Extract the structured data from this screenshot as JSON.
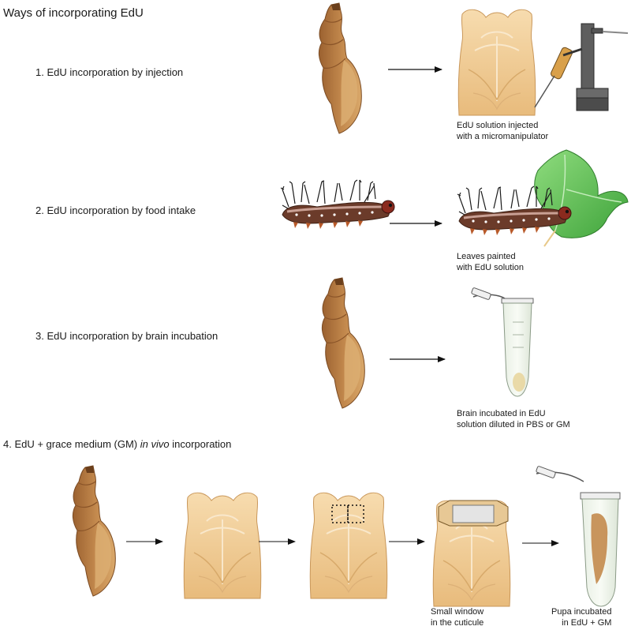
{
  "title": "Ways of incorporating EdU",
  "steps": [
    {
      "label": "1. EdU incorporation by injection",
      "caption": "EdU solution injected\nwith a micromanipulator"
    },
    {
      "label": "2. EdU incorporation by food intake",
      "caption": "Leaves painted\nwith EdU solution"
    },
    {
      "label": "3. EdU incorporation by brain incubation",
      "caption": "Brain incubated in EdU\nsolution diluted in PBS or GM"
    },
    {
      "label_pre": "4. EdU + grace medium (GM) ",
      "label_italic": "in vivo",
      "label_post": " incorporation"
    }
  ],
  "row4_captions": {
    "window": "Small window\nin the cuticule",
    "incubated": "Pupa incubated\nin EdU + GM"
  },
  "colors": {
    "pupa_brown": "#b47a43",
    "cuticle_tan": "#f0c98e",
    "leaf_green": "#5cbf55",
    "caterpillar_body": "#6b3b2a"
  }
}
